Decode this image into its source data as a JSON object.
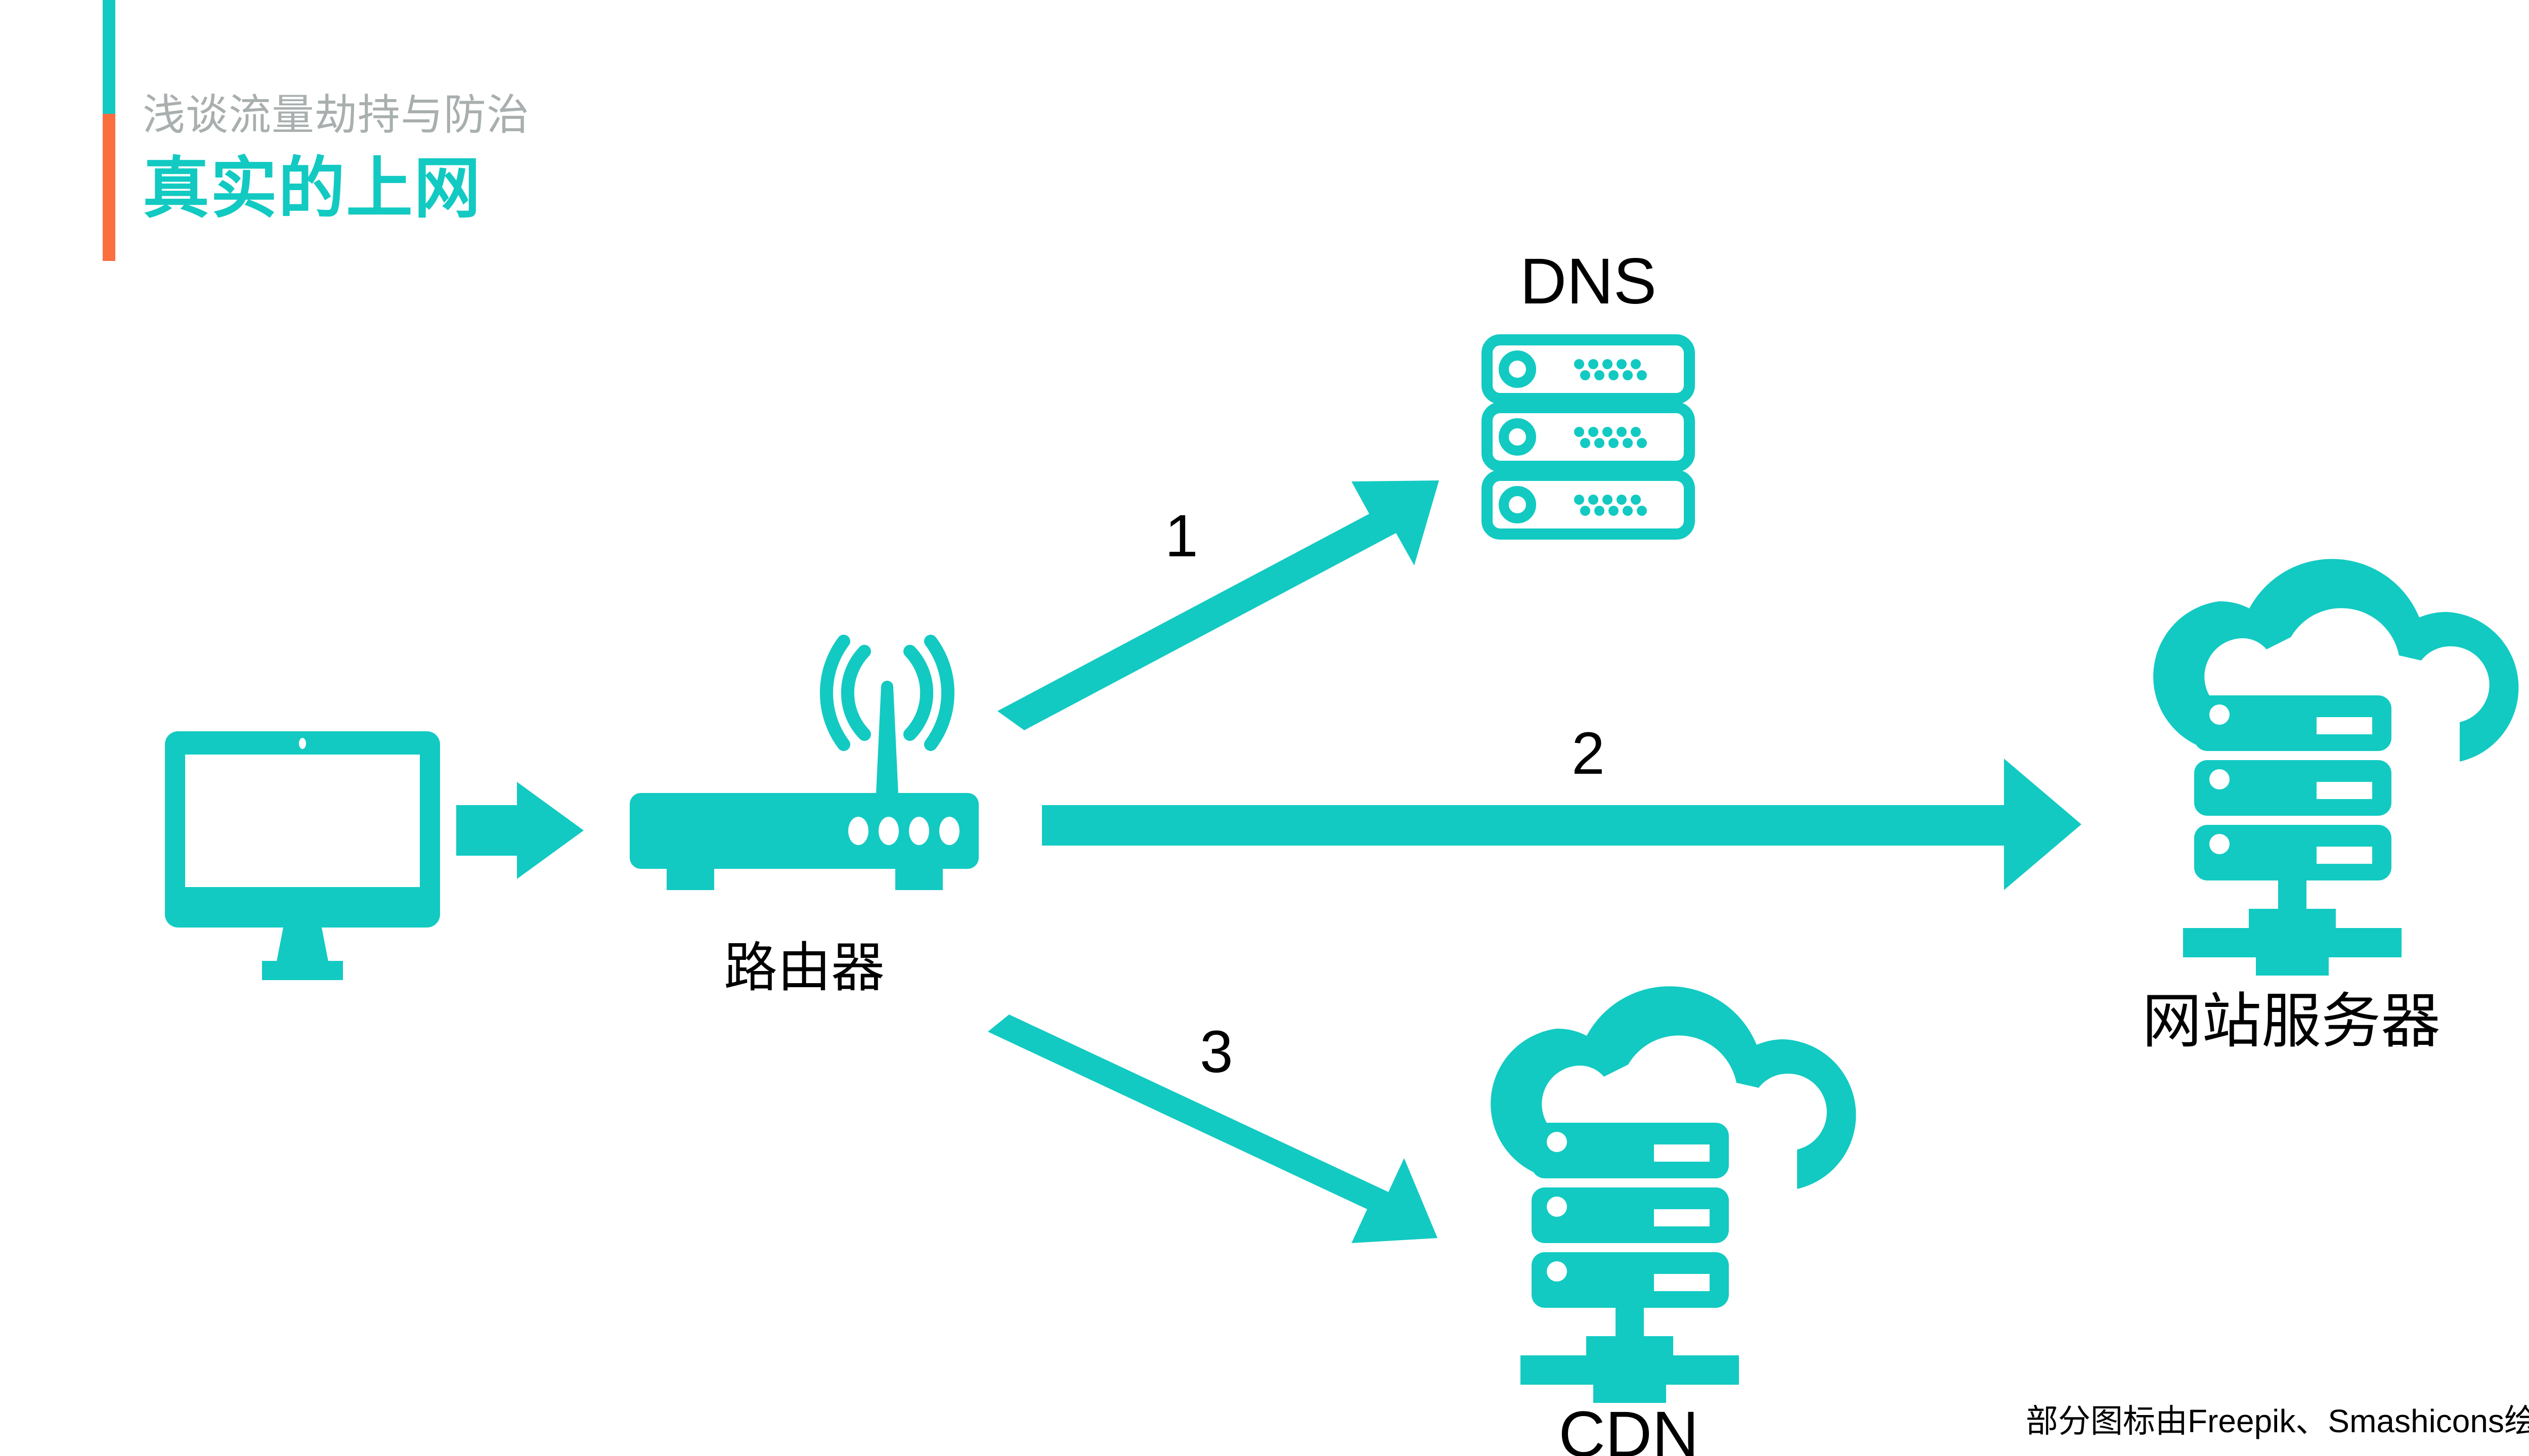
{
  "slide": {
    "subtitle": "浅谈流量劫持与防治",
    "title": "真实的上网",
    "credit": "部分图标由Freepik、Smashicons绘制",
    "accent_colors": {
      "teal": "#12CAC2",
      "orange": "#FB6F3F",
      "subtitle_gray": "#A9AFAF",
      "label_black": "#000000",
      "background": "#FFFFFF"
    }
  },
  "diagram": {
    "nodes": [
      {
        "id": "client",
        "icon": "desktop-monitor-icon",
        "label": ""
      },
      {
        "id": "router",
        "icon": "wifi-router-icon",
        "label": "路由器"
      },
      {
        "id": "dns",
        "icon": "server-rack-icon",
        "label": "DNS"
      },
      {
        "id": "web",
        "icon": "cloud-server-icon",
        "label": "网站服务器"
      },
      {
        "id": "cdn",
        "icon": "cloud-server-icon",
        "label": "CDN"
      }
    ],
    "flows": [
      {
        "id": "flow-client-router",
        "label": "",
        "from": "client",
        "to": "router",
        "direction": "right"
      },
      {
        "id": "flow-1",
        "label": "1",
        "from": "router",
        "to": "dns",
        "direction": "up-right"
      },
      {
        "id": "flow-2",
        "label": "2",
        "from": "router",
        "to": "web",
        "direction": "right"
      },
      {
        "id": "flow-3",
        "label": "3",
        "from": "router",
        "to": "cdn",
        "direction": "down-right"
      }
    ]
  }
}
